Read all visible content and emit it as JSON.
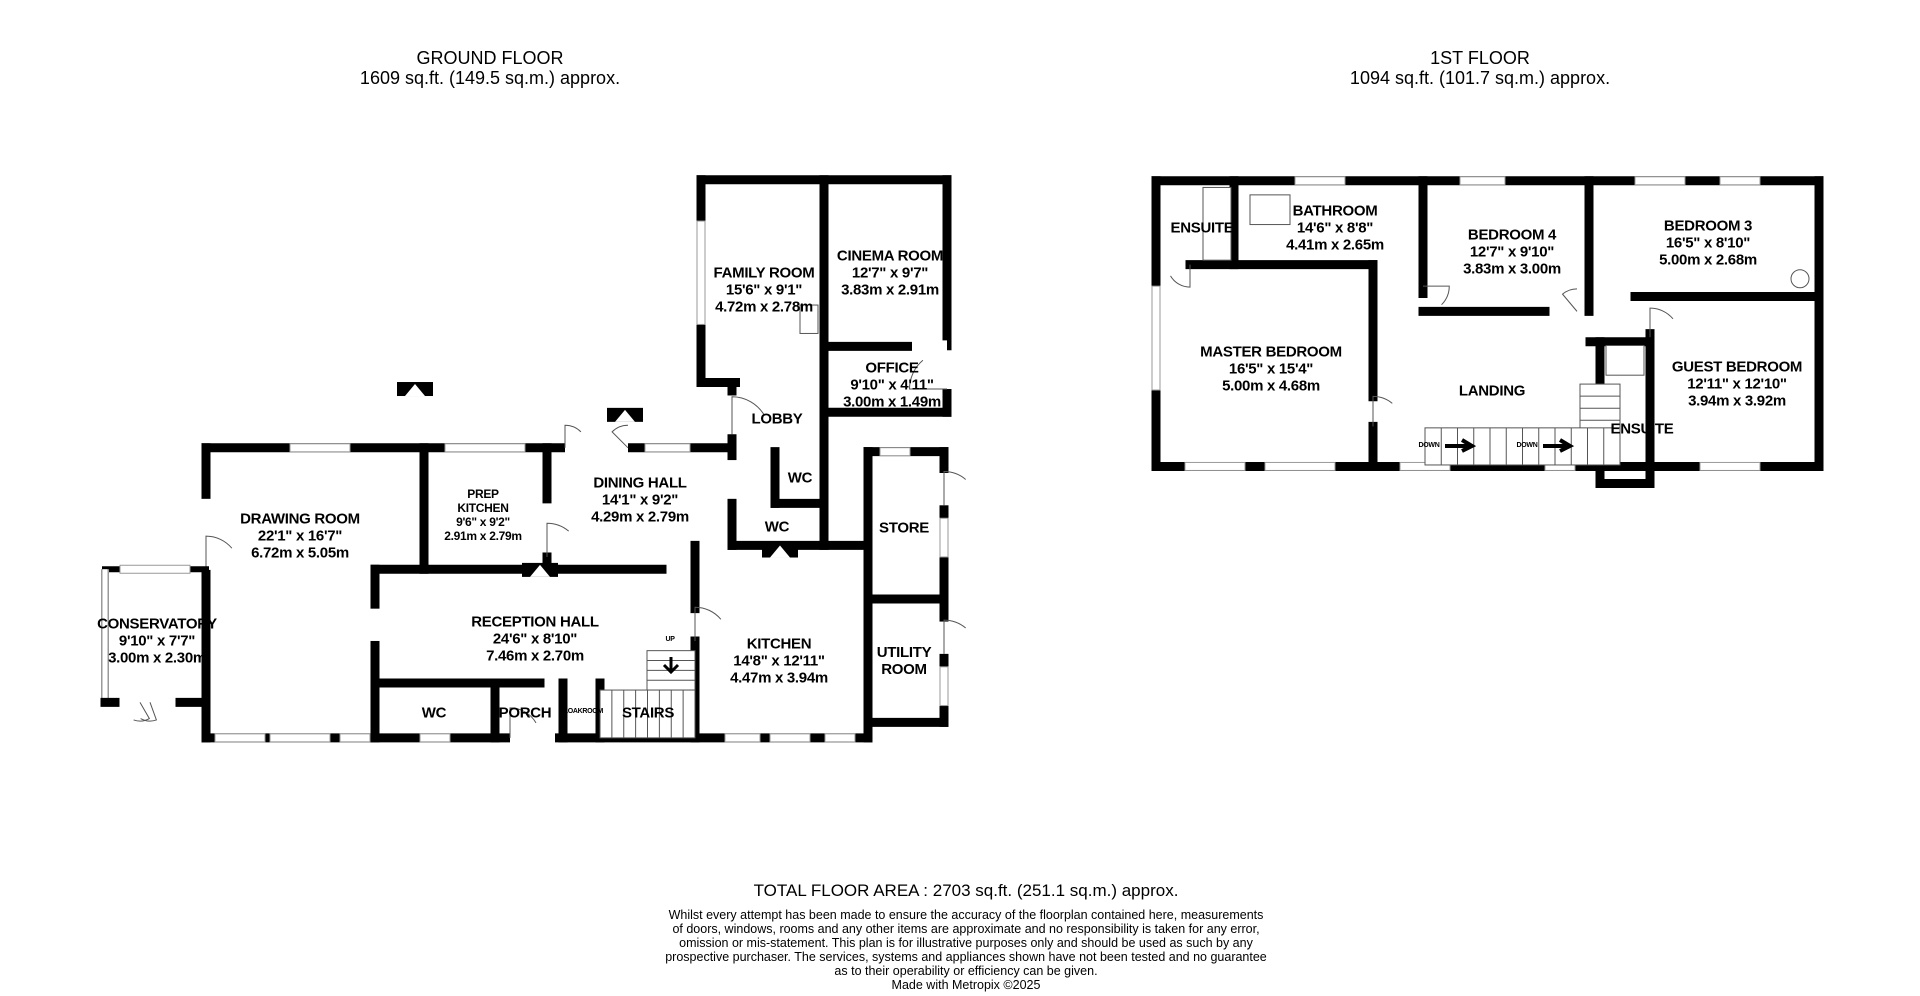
{
  "ground_floor": {
    "title": "GROUND FLOOR",
    "area": "1609 sq.ft. (149.5 sq.m.) approx."
  },
  "first_floor": {
    "title": "1ST FLOOR",
    "area": "1094 sq.ft. (101.7 sq.m.) approx."
  },
  "ground_rooms": [
    {
      "name": "FAMILY ROOM",
      "imperial": "15'6\"  x 9'1\"",
      "metric": "4.72m  x 2.78m"
    },
    {
      "name": "CINEMA ROOM",
      "imperial": "12'7\"  x 9'7\"",
      "metric": "3.83m  x 2.91m"
    },
    {
      "name": "OFFICE",
      "imperial": "9'10\"  x 4'11\"",
      "metric": "3.00m  x 1.49m"
    },
    {
      "name": "LOBBY"
    },
    {
      "name": "DRAWING ROOM",
      "imperial": "22'1\"  x 16'7\"",
      "metric": "6.72m  x 5.05m"
    },
    {
      "name": "PREP KITCHEN",
      "imperial": "9'6\"  x 9'2\"",
      "metric": "2.91m  x 2.79m"
    },
    {
      "name": "DINING HALL",
      "imperial": "14'1\"  x 9'2\"",
      "metric": "4.29m  x 2.79m"
    },
    {
      "name": "WC"
    },
    {
      "name": "WC"
    },
    {
      "name": "STORE"
    },
    {
      "name": "UTILITY ROOM"
    },
    {
      "name": "CONSERVATORY",
      "imperial": "9'10\"  x 7'7\"",
      "metric": "3.00m  x 2.30m"
    },
    {
      "name": "RECEPTION HALL",
      "imperial": "24'6\"  x 8'10\"",
      "metric": "7.46m  x 2.70m"
    },
    {
      "name": "KITCHEN",
      "imperial": "14'8\"  x 12'11\"",
      "metric": "4.47m  x 3.94m"
    },
    {
      "name": "WC"
    },
    {
      "name": "PORCH"
    },
    {
      "name": "CLOAKROOM"
    },
    {
      "name": "STAIRS"
    },
    {
      "name": "UP"
    }
  ],
  "first_rooms": [
    {
      "name": "ENSUITE"
    },
    {
      "name": "BATHROOM",
      "imperial": "14'6\"  x 8'8\"",
      "metric": "4.41m  x 2.65m"
    },
    {
      "name": "BEDROOM 4",
      "imperial": "12'7\"  x 9'10\"",
      "metric": "3.83m  x 3.00m"
    },
    {
      "name": "BEDROOM 3",
      "imperial": "16'5\"  x 8'10\"",
      "metric": "5.00m  x 2.68m"
    },
    {
      "name": "MASTER BEDROOM",
      "imperial": "16'5\"  x 15'4\"",
      "metric": "5.00m  x 4.68m"
    },
    {
      "name": "LANDING"
    },
    {
      "name": "GUEST BEDROOM",
      "imperial": "12'11\"  x 12'10\"",
      "metric": "3.94m  x 3.92m"
    },
    {
      "name": "ENSUITE"
    },
    {
      "name": "DOWN"
    },
    {
      "name": "DOWN"
    }
  ],
  "footer": {
    "total": "TOTAL FLOOR AREA : 2703 sq.ft. (251.1 sq.m.) approx.",
    "disclaimer": [
      "Whilst every attempt has been made to ensure the accuracy of the floorplan contained here, measurements",
      "of doors, windows, rooms and any other items are approximate and no responsibility is taken for any error,",
      "omission or mis-statement. This plan is for illustrative purposes only and should be used as such by any",
      "prospective purchaser. The services, systems and appliances shown have not been tested and no guarantee",
      "as to their operability or efficiency can be given.",
      "Made with Metropix ©2025"
    ]
  }
}
